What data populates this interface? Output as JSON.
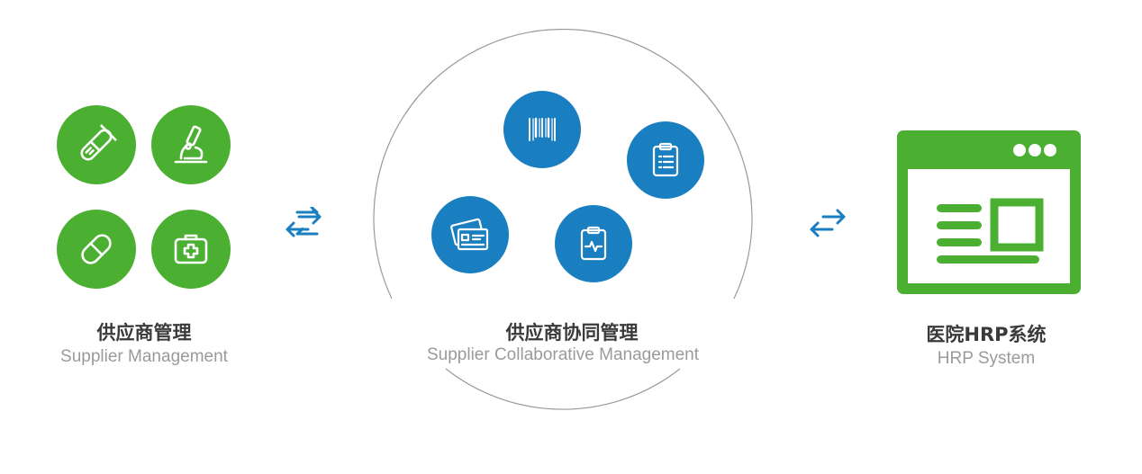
{
  "left": {
    "title_cn": "供应商管理",
    "title_en": "Supplier Management",
    "icons": [
      "test-tube-icon",
      "microscope-icon",
      "pill-capsule-icon",
      "first-aid-kit-icon"
    ],
    "color": "#4bb031"
  },
  "center": {
    "title_cn": "供应商协同管理",
    "title_en": "Supplier Collaborative Management",
    "icons": [
      "barcode-icon",
      "clipboard-list-icon",
      "id-cards-icon",
      "clipboard-heartbeat-icon"
    ],
    "color": "#1a7fc1"
  },
  "right": {
    "title_cn": "医院HRP系统",
    "title_en": "HRP System",
    "icon": "browser-window-icon",
    "color": "#4bb031"
  },
  "connectors": [
    "exchange-arrows-icon",
    "exchange-arrows-icon"
  ],
  "arrow_color": "#1a7fc1"
}
